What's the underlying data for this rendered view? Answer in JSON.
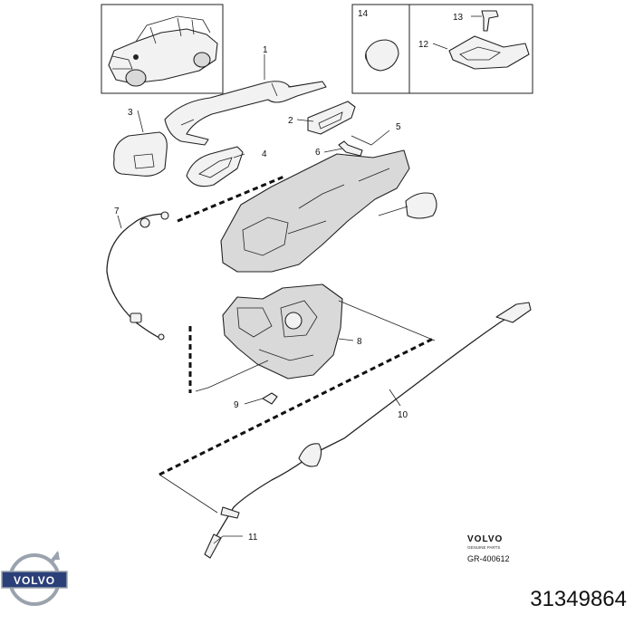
{
  "callouts": [
    {
      "id": "1",
      "label": "1"
    },
    {
      "id": "2",
      "label": "2"
    },
    {
      "id": "3",
      "label": "3"
    },
    {
      "id": "4",
      "label": "4"
    },
    {
      "id": "5",
      "label": "5"
    },
    {
      "id": "6",
      "label": "6"
    },
    {
      "id": "7",
      "label": "7"
    },
    {
      "id": "8",
      "label": "8"
    },
    {
      "id": "9",
      "label": "9"
    },
    {
      "id": "10",
      "label": "10"
    },
    {
      "id": "11",
      "label": "11"
    },
    {
      "id": "12",
      "label": "12"
    },
    {
      "id": "13",
      "label": "13"
    },
    {
      "id": "14",
      "label": "14"
    }
  ],
  "brand": {
    "wordmark": "VOLVO",
    "subtitle": "GENUINE PARTS",
    "reference": "GR-400612",
    "logo_text": "VOLVO"
  },
  "part_number": "31349864"
}
